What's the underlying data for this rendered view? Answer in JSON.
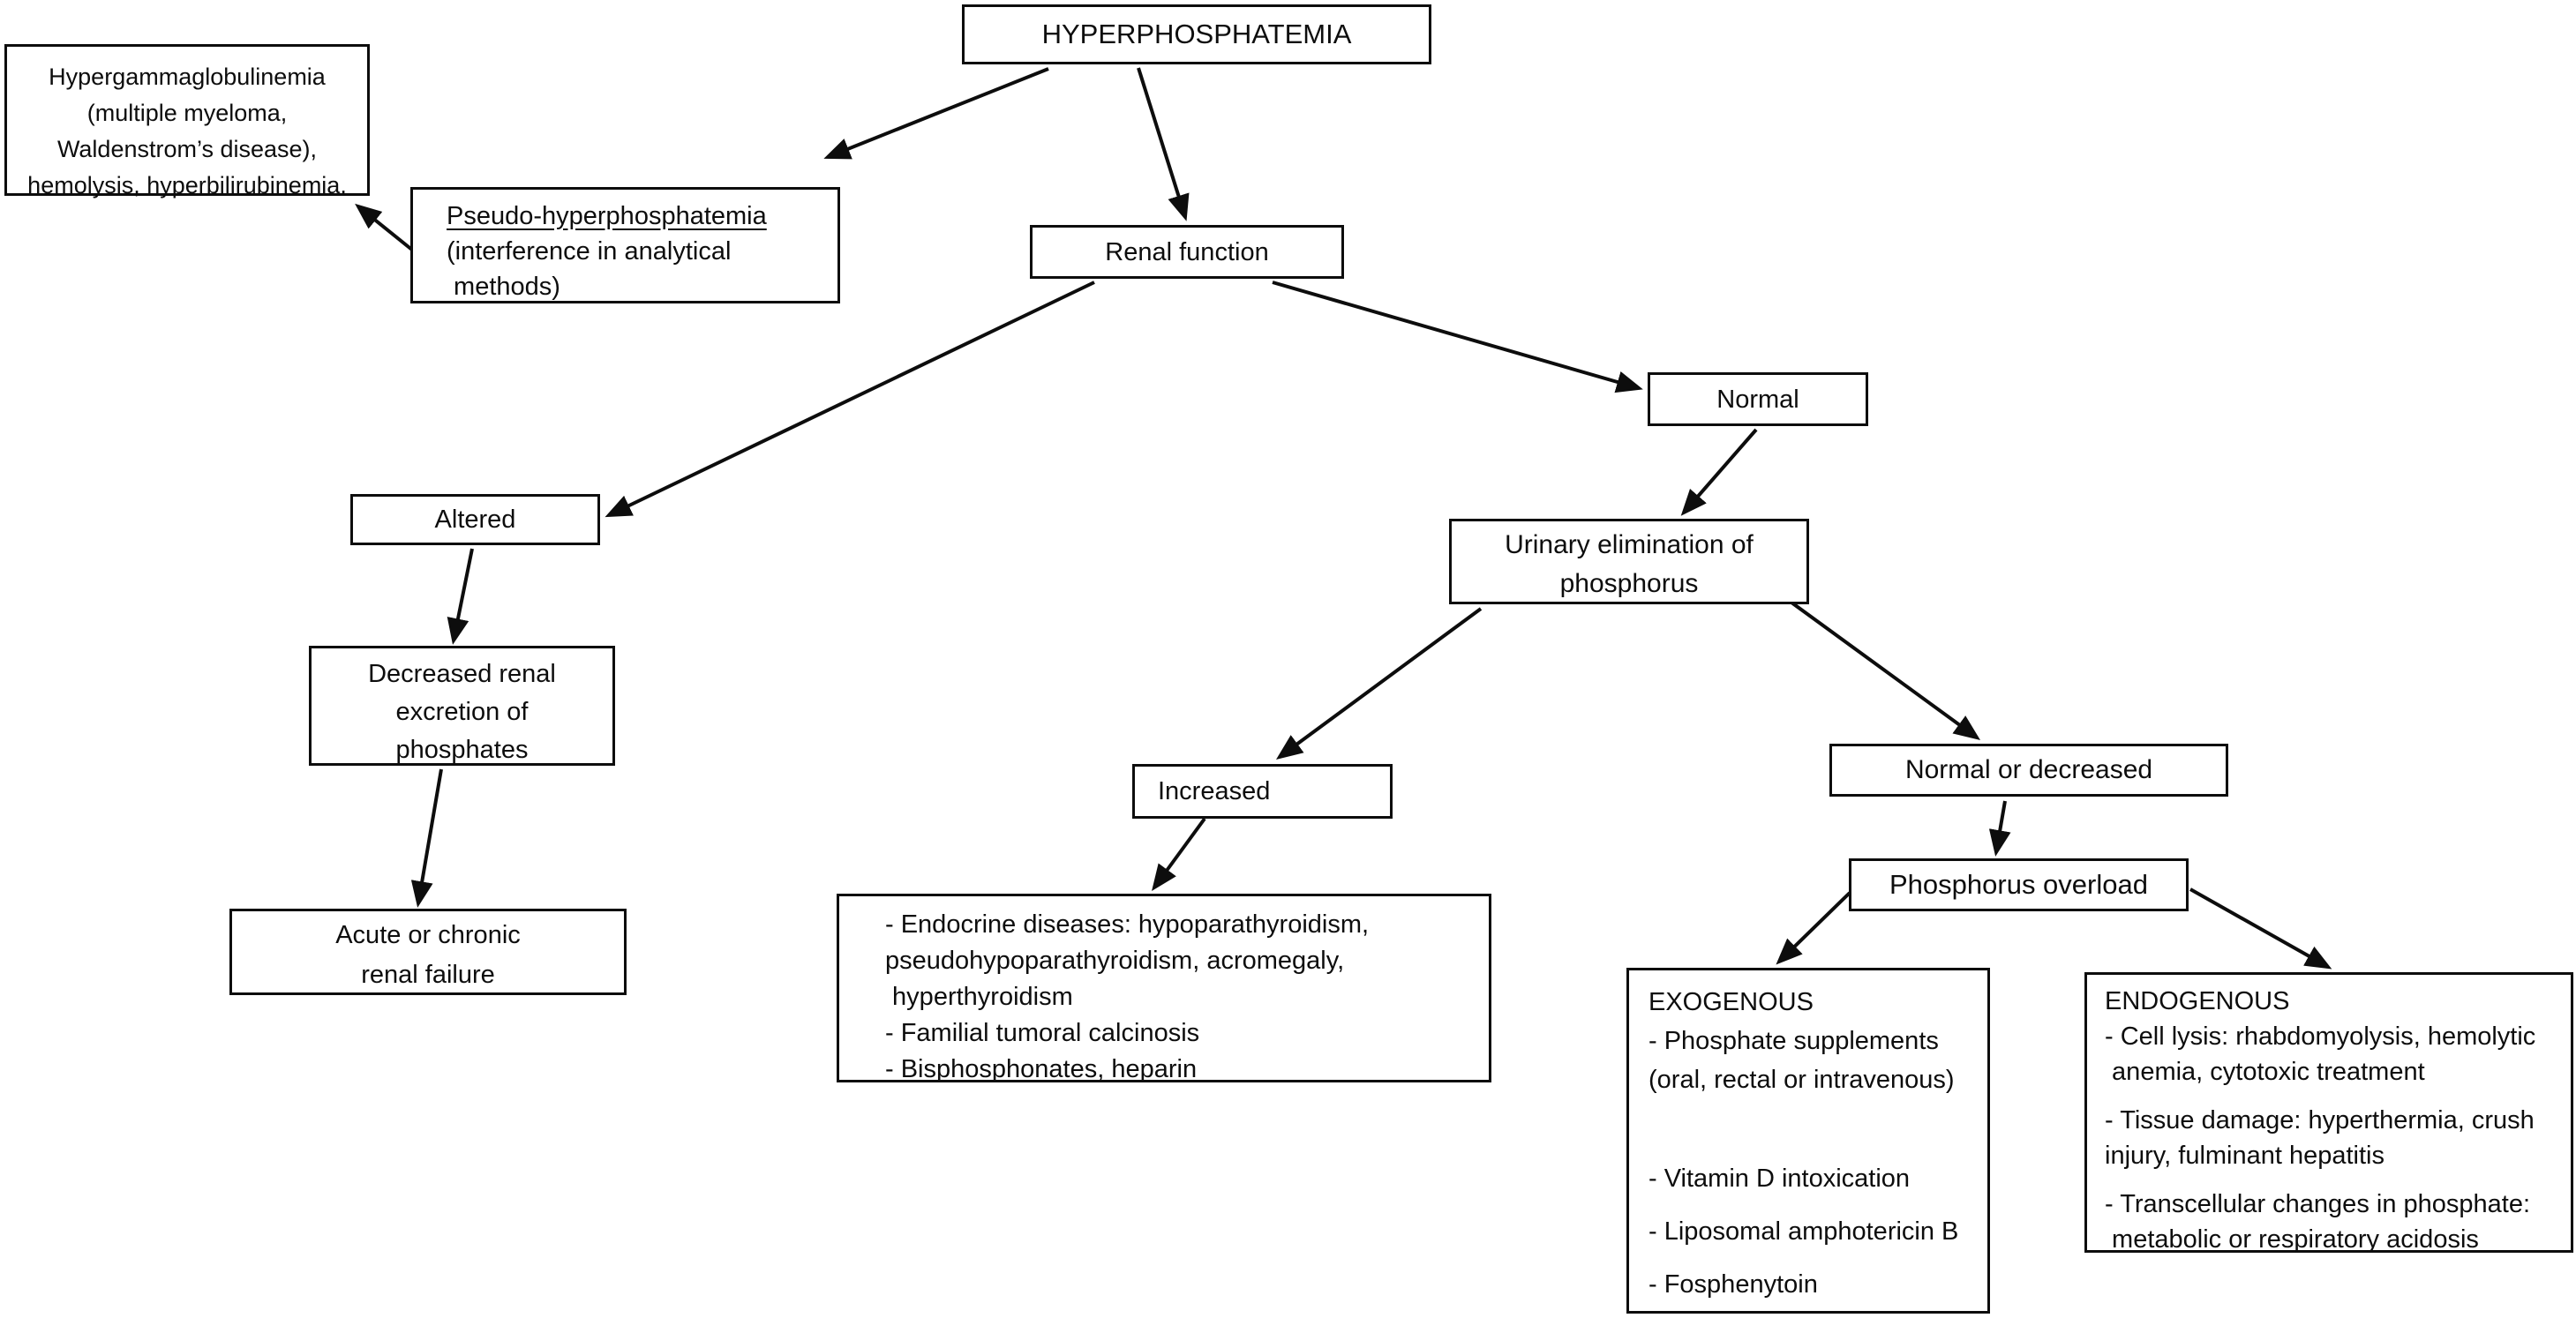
{
  "figure": {
    "background_color": "#ffffff",
    "line_color": "#0d0d0d"
  },
  "nodes": {
    "hyperphosphatemia": {
      "label": "HYPERPHOSPHATEMIA"
    },
    "hypergammaglobulinemia": {
      "lines": [
        "Hypergammaglobulinemia",
        "(multiple myeloma,",
        "Waldenstrom’s disease),",
        "hemolysis, hyperbilirubinemia."
      ]
    },
    "pseudo_hyperphosphatemia": {
      "title": "Pseudo-hyperphosphatemia",
      "lines": [
        "(interference in analytical",
        " methods)"
      ]
    },
    "renal_function": {
      "label": "Renal function"
    },
    "normal": {
      "label": "Normal"
    },
    "altered": {
      "label": "Altered"
    },
    "decreased_renal_excretion": {
      "lines": [
        "Decreased renal",
        "excretion of",
        "phosphates"
      ]
    },
    "acute_or_chronic_renal_failure": {
      "lines": [
        "Acute or chronic",
        "renal failure"
      ]
    },
    "urinary_elimination_of_phosphorus": {
      "lines": [
        "Urinary elimination of",
        "phosphorus"
      ]
    },
    "increased": {
      "label": "Increased"
    },
    "normal_or_decreased": {
      "label": "Normal or decreased"
    },
    "phosphorus_overload": {
      "label": "Phosphorus overload"
    },
    "endocrine_causes": {
      "lines": [
        "- Endocrine diseases: hypoparathyroidism,",
        "pseudohypoparathyroidism, acromegaly,",
        " hyperthyroidism",
        "- Familial tumoral calcinosis",
        "- Bisphosphonates, heparin"
      ]
    },
    "exogenous": {
      "title": "EXOGENOUS",
      "items": [
        "- Phosphate supplements",
        "(oral, rectal or intravenous)",
        "- Vitamin D intoxication",
        "- Liposomal amphotericin B",
        "- Fosphenytoin"
      ]
    },
    "endogenous": {
      "title": "ENDOGENOUS",
      "items": [
        "- Cell lysis: rhabdomyolysis, hemolytic",
        " anemia, cytotoxic treatment",
        "- Tissue damage: hyperthermia, crush",
        "injury, fulminant hepatitis",
        "- Transcellular changes in phosphate:",
        " metabolic or respiratory acidosis"
      ]
    }
  }
}
